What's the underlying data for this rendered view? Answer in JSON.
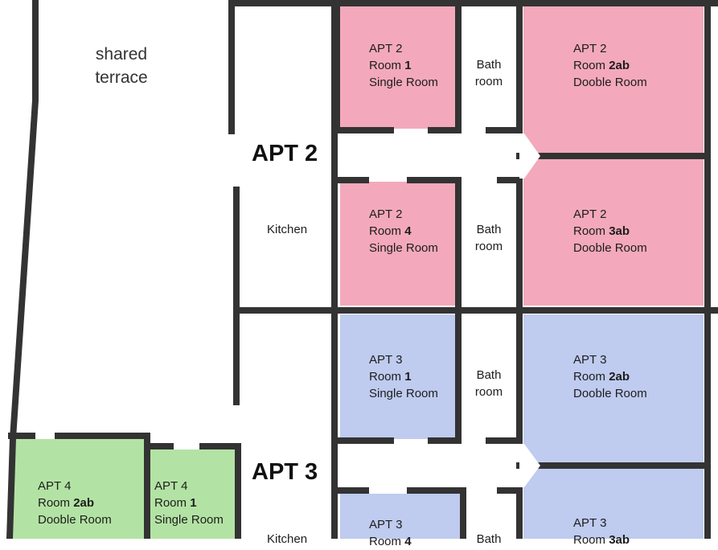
{
  "areas": {
    "terrace": {
      "line1": "shared",
      "line2": "terrace"
    },
    "apt2": "APT 2",
    "apt3": "APT 3",
    "kitchen_apt2": "Kitchen",
    "kitchen_apt3": "Kitchen"
  },
  "rooms": {
    "apt2_room1": {
      "apt": "APT 2",
      "prefix": "Room ",
      "num": "1",
      "type": "Single Room"
    },
    "apt2_room2ab": {
      "apt": "APT 2",
      "prefix": "Room ",
      "num": "2ab",
      "type": "Dooble Room"
    },
    "apt2_room4": {
      "apt": "APT 2",
      "prefix": "Room ",
      "num": "4",
      "type": "Single Room"
    },
    "apt2_room3ab": {
      "apt": "APT 2",
      "prefix": "Room ",
      "num": "3ab",
      "type": "Dooble Room"
    },
    "apt3_room1": {
      "apt": "APT 3",
      "prefix": "Room ",
      "num": "1",
      "type": "Single Room"
    },
    "apt3_room2ab": {
      "apt": "APT 3",
      "prefix": "Room ",
      "num": "2ab",
      "type": "Dooble Room"
    },
    "apt3_room4": {
      "apt": "APT 3",
      "prefix": "Room ",
      "num": "4",
      "type": ""
    },
    "apt3_room3ab": {
      "apt": "APT 3",
      "prefix": "Room ",
      "num": "3ab",
      "type": ""
    },
    "apt4_room2ab": {
      "apt": "APT 4",
      "prefix": "Room ",
      "num": "2ab",
      "type": "Dooble Room"
    },
    "apt4_room1": {
      "apt": "APT 4",
      "prefix": "Room ",
      "num": "1",
      "type": "Single Room"
    }
  },
  "baths": {
    "apt2_bath1": {
      "line1": "Bath",
      "line2": "room"
    },
    "apt2_bath2": {
      "line1": "Bath",
      "line2": "room"
    },
    "apt3_bath1": {
      "line1": "Bath",
      "line2": "room"
    },
    "apt3_bath2": {
      "line1": "Bath",
      "line2": ""
    }
  },
  "colors": {
    "apt2_rooms": "#f3a9bb",
    "apt3_rooms": "#bfcbef",
    "apt4_rooms": "#b3e3a4",
    "walls": "#333333"
  }
}
